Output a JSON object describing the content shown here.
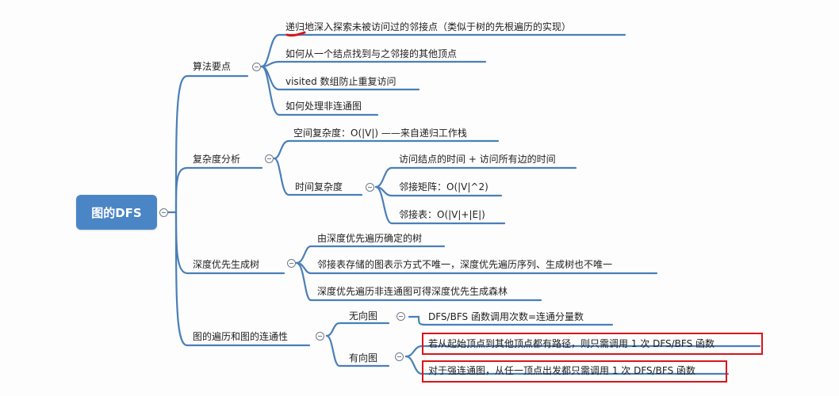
{
  "root": {
    "label": "图的DFS"
  },
  "branches": {
    "algo": {
      "label": "算法要点",
      "items": [
        "递归地深入探索未被访问过的邻接点（类似于树的先根遍历的实现）",
        "如何从一个结点找到与之邻接的其他顶点",
        "visited 数组防止重复访问",
        "如何处理非连通图"
      ]
    },
    "complexity": {
      "label": "复杂度分析",
      "space": "空间复杂度：O(|V|) ——来自递归工作栈",
      "time": {
        "label": "时间复杂度",
        "items": [
          "访问结点的时间 + 访问所有边的时间",
          "邻接矩阵：O(|V|^2)",
          "邻接表：O(|V|+|E|)"
        ]
      }
    },
    "tree": {
      "label": "深度优先生成树",
      "items": [
        "由深度优先遍历确定的树",
        "邻接表存储的图表示方式不唯一，深度优先遍历序列、生成树也不唯一",
        "深度优先遍历非连通图可得深度优先生成森林"
      ]
    },
    "connectivity": {
      "label": "图的遍历和图的连通性",
      "undirected": {
        "label": "无向图",
        "item": "DFS/BFS 函数调用次数=连通分量数"
      },
      "directed": {
        "label": "有向图",
        "items": [
          "若从起始顶点到其他顶点都有路径，则只需调用 1 次 DFS/BFS 函数",
          "对于强连通图，从任一顶点出发都只需调用 1 次 DFS/BFS 函数"
        ]
      }
    }
  },
  "colors": {
    "line": "#4a7fb8",
    "root_fill": "#4a85c6",
    "highlight": "#d9151b",
    "annotation": "#d9151b"
  }
}
